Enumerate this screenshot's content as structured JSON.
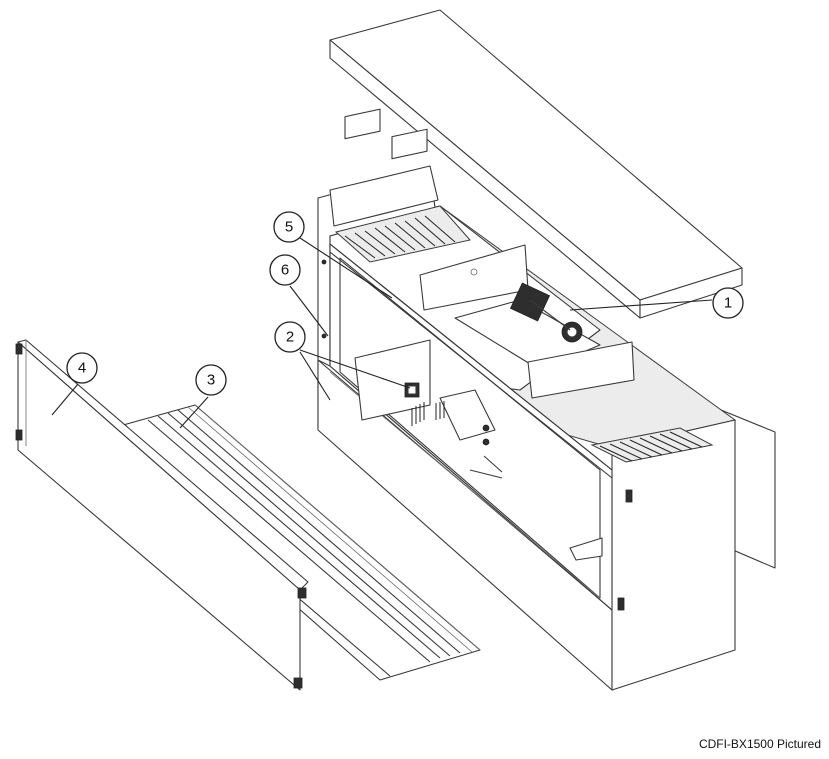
{
  "callouts": [
    {
      "id": "1",
      "label": "1"
    },
    {
      "id": "2",
      "label": "2"
    },
    {
      "id": "3",
      "label": "3"
    },
    {
      "id": "4",
      "label": "4"
    },
    {
      "id": "5",
      "label": "5"
    },
    {
      "id": "6",
      "label": "6"
    }
  ],
  "caption": "CDFI-BX1500 Pictured"
}
